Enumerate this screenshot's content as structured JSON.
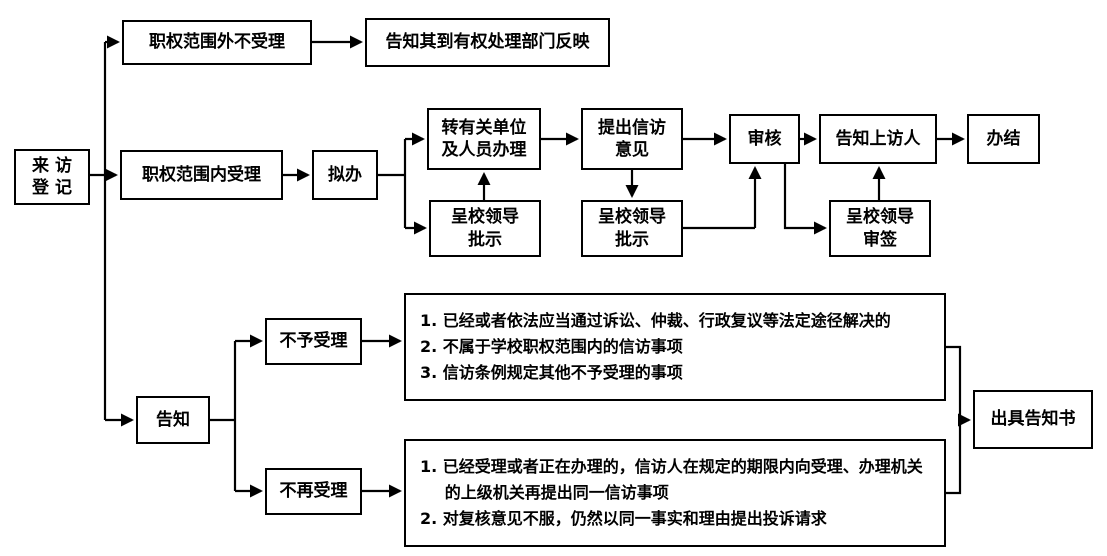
{
  "nodes": {
    "visit_registration": [
      "来 访",
      "登 记"
    ],
    "out_of_scope": "职权范围外不受理",
    "inform_dept": "告知其到有权处理部门反映",
    "in_scope": "职权范围内受理",
    "proposed": "拟办",
    "transfer": [
      "转有关单位",
      "及人员办理"
    ],
    "opinion": [
      "提出信访",
      "意见"
    ],
    "review": "审核",
    "inform_petitioner": "告知上访人",
    "complete": "办结",
    "leader_instruct_1": [
      "呈校领导",
      "批示"
    ],
    "leader_instruct_2": [
      "呈校领导",
      "批示"
    ],
    "leader_sign": [
      "呈校领导",
      "审签"
    ],
    "inform": "告知",
    "not_accept": "不予受理",
    "no_longer_accept": "不再受理",
    "reject_reasons": [
      "1. 已经或者依法应当通过诉讼、仲裁、行政复议等法定途径解决的",
      "2. 不属于学校职权范围内的信访事项",
      "3. 信访条例规定其他不予受理的事项"
    ],
    "no_longer_reasons": [
      "1. 已经受理或者正在办理的，信访人在规定的期限内向受理、办理机关的上级机关再提出同一信访事项",
      "2. 对复核意见不服，仍然以同一事实和理由提出投诉请求"
    ],
    "issue_notice": "出具告知书"
  },
  "colors": {
    "line": "#000000",
    "border": "#000000",
    "background": "#ffffff",
    "text": "#000000"
  }
}
